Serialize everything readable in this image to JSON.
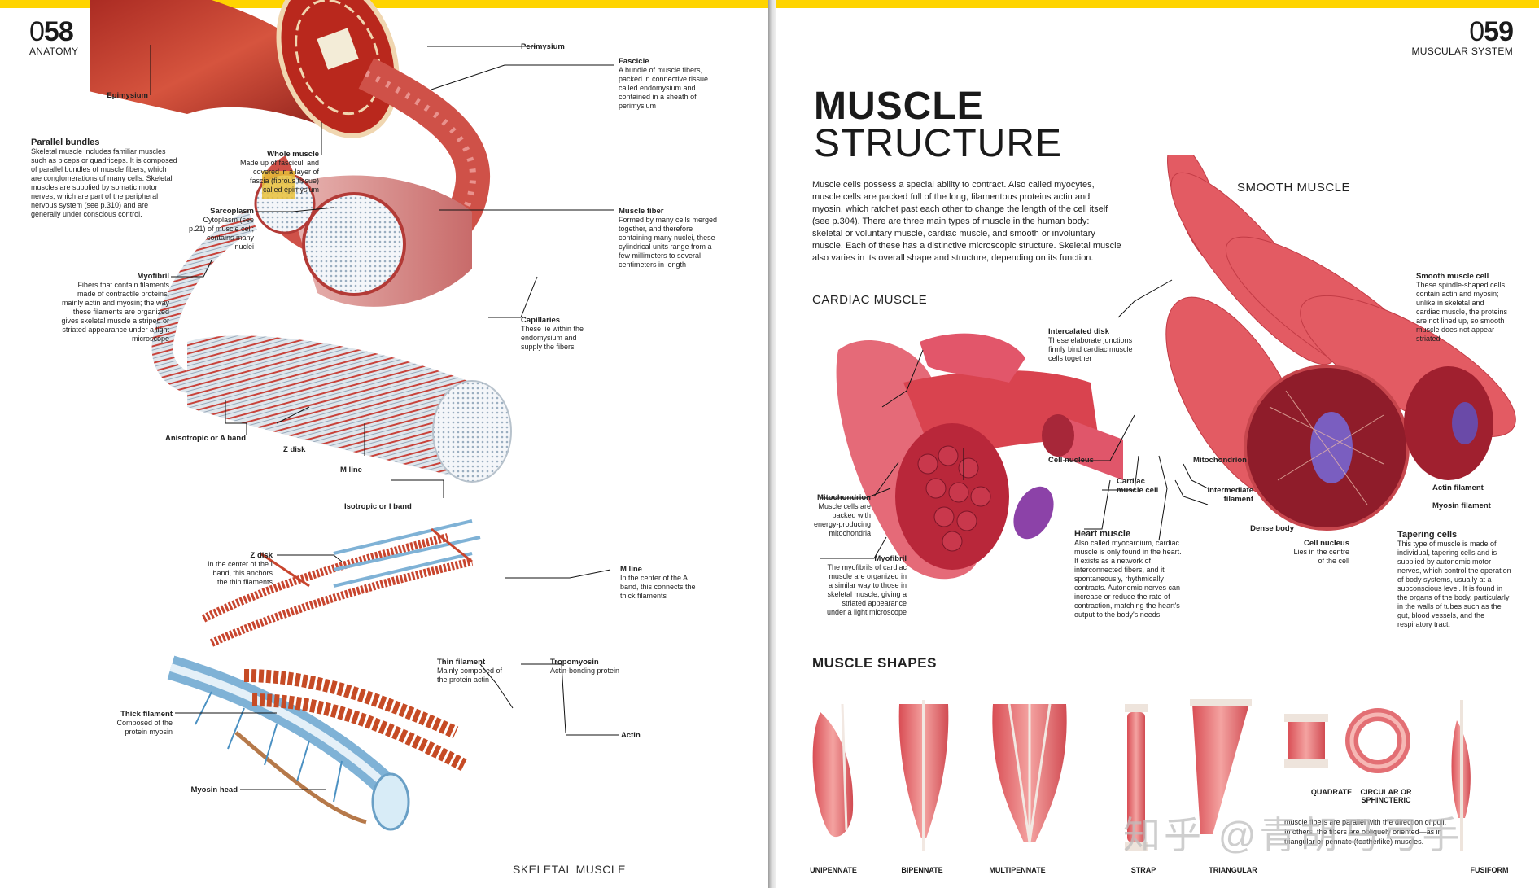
{
  "left_page": {
    "folio": {
      "zero": "0",
      "number": "58",
      "section": "ANATOMY"
    },
    "footer": "SKELETAL MUSCLE",
    "parallel_bundles": {
      "title": "Parallel bundles",
      "text": "Skeletal muscle includes familiar muscles such as biceps or quadriceps. It is composed of parallel bundles of muscle fibers, which are conglomerations of many cells. Skeletal muscles are supplied by somatic motor nerves, which are part of the peripheral nervous system (see p.310) and are generally under conscious control."
    },
    "labels": {
      "epimysium": {
        "title": "Epimysium"
      },
      "perimysium": {
        "title": "Perimysium"
      },
      "fascicle": {
        "title": "Fascicle",
        "text": "A bundle of muscle fibers, packed in connective tissue called endomysium and contained in a sheath of perimysium"
      },
      "whole_muscle": {
        "title": "Whole muscle",
        "text": "Made up of fasciculi and covered in a layer of fascia (fibrous tissue) called epimysium"
      },
      "sarcoplasm": {
        "title": "Sarcoplasm",
        "text": "Cytoplasm (see p.21) of muscle cell; contains many nuclei"
      },
      "muscle_fiber": {
        "title": "Muscle fiber",
        "text": "Formed by many cells merged together, and therefore containing many nuclei, these cylindrical units range from a few millimeters to several centimeters in length"
      },
      "myofibril": {
        "title": "Myofibril",
        "text": "Fibers that contain filaments made of contractile proteins, mainly actin and myosin; the way these filaments are organized gives skeletal muscle a striped or striated appearance under a light microscope"
      },
      "capillaries": {
        "title": "Capillaries",
        "text": "These lie within the endomysium and supply the fibers"
      },
      "a_band": {
        "title": "Anisotropic or A band"
      },
      "z_disk_band": {
        "title": "Z disk"
      },
      "m_line_band": {
        "title": "M line"
      },
      "i_band": {
        "title": "Isotropic or I band"
      },
      "z_disk": {
        "title": "Z disk",
        "text": "In the center of the I band, this anchors the thin filaments"
      },
      "m_line": {
        "title": "M line",
        "text": "In the center of the A band, this connects the thick filaments"
      },
      "thin_filament": {
        "title": "Thin filament",
        "text": "Mainly composed of the protein actin"
      },
      "tropomyosin": {
        "title": "Tropomyosin",
        "text": "Actin-bonding protein"
      },
      "thick_filament": {
        "title": "Thick filament",
        "text": "Composed of the protein myosin"
      },
      "actin": {
        "title": "Actin"
      },
      "myosin_head": {
        "title": "Myosin head"
      }
    }
  },
  "right_page": {
    "folio": {
      "zero": "0",
      "number": "59",
      "section": "MUSCULAR SYSTEM"
    },
    "title_line1": "MUSCLE",
    "title_line2": "STRUCTURE",
    "intro": "Muscle cells possess a special ability to contract. Also called myocytes, muscle cells are packed full of the long, filamentous proteins actin and myosin, which ratchet past each other to change the length of the cell itself (see p.304). There are three main types of muscle in the human body: skeletal or voluntary muscle, cardiac muscle, and smooth or involuntary muscle. Each of these has a distinctive microscopic structure. Skeletal muscle also varies in its overall shape and structure, depending on its function.",
    "cardiac_heading": "CARDIAC MUSCLE",
    "smooth_heading": "SMOOTH MUSCLE",
    "shapes_heading": "MUSCLE SHAPES",
    "cardiac_labels": {
      "intercalated_disk": {
        "title": "Intercalated disk",
        "text": "These elaborate junctions firmly bind cardiac muscle cells together"
      },
      "cell_nucleus": {
        "title": "Cell nucleus"
      },
      "cardiac_cell": {
        "title": "Cardiac muscle cell"
      },
      "mitochondrion": {
        "title": "Mitochondrion",
        "text": "Muscle cells are packed with energy-producing mitochondria"
      },
      "myofibril": {
        "title": "Myofibril",
        "text": "The myofibrils of cardiac muscle are organized in a similar way to those in skeletal muscle, giving a striated appearance under a light microscope"
      },
      "heart_muscle": {
        "title": "Heart muscle",
        "text": "Also called myocardium, cardiac muscle is only found in the heart. It exists as a network of interconnected fibers, and it spontaneously, rhythmically contracts. Autonomic nerves can increase or reduce the rate of contraction, matching the heart's output to the body's needs."
      }
    },
    "smooth_labels": {
      "smooth_cell": {
        "title": "Smooth muscle cell",
        "text": "These spindle-shaped cells contain actin and myosin; unlike in skeletal and cardiac muscle, the proteins are not lined up, so smooth muscle does not appear striated"
      },
      "mitochondrion": {
        "title": "Mitochondrion"
      },
      "intermediate": {
        "title": "Intermediate filament"
      },
      "actin": {
        "title": "Actin filament"
      },
      "myosin": {
        "title": "Myosin filament"
      },
      "dense_body": {
        "title": "Dense body"
      },
      "nucleus": {
        "title": "Cell nucleus",
        "text": "Lies in the centre of the cell"
      },
      "tapering": {
        "title": "Tapering cells",
        "text": "This type of muscle is made of individual, tapering cells and is supplied by autonomic motor nerves, which control the operation of body systems, usually at a subconscious level. It is found in the organs of the body, particularly in the walls of tubes such as the gut, blood vessels, and the respiratory tract."
      }
    },
    "shapes": [
      "UNIPENNATE",
      "BIPENNATE",
      "MULTIPENNATE",
      "STRAP",
      "TRIANGULAR",
      "QUADRATE",
      "CIRCULAR OR SPHINCTERIC",
      "FUSIFORM"
    ],
    "shapes_note": "muscle fibers are parallel with the direction of pull. In others, the fibers are obliquely oriented—as in triangular or pennate (featherlike) muscles.",
    "watermark": "知乎 @青胡马弓手"
  },
  "colors": {
    "accent": "#ffd400",
    "muscle": "#c9343a",
    "muscle_light": "#f2a7a4",
    "filament_blue": "#7fb2d6"
  }
}
